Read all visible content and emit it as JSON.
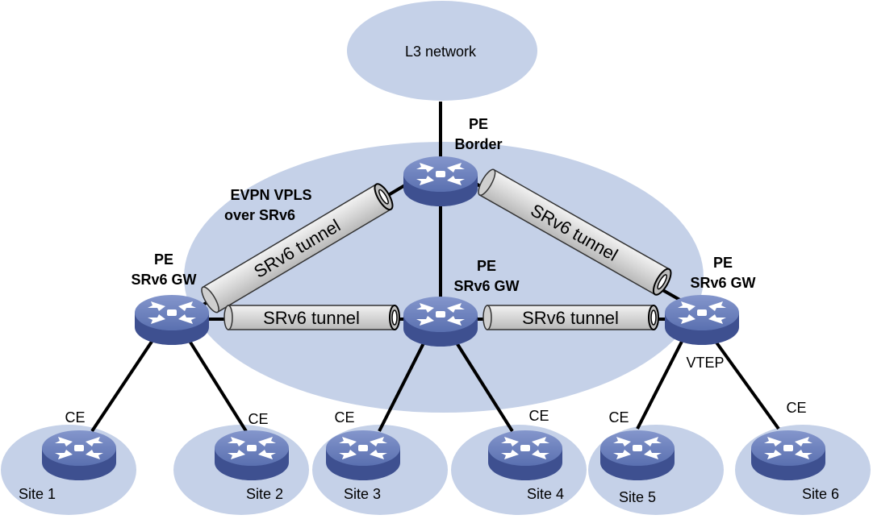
{
  "cloud_label": "L3 network",
  "border_pe": {
    "line1": "PE",
    "line2": "Border"
  },
  "evpn_label": {
    "line1": "EVPN VPLS",
    "line2": "over SRv6"
  },
  "gw_left": {
    "line1": "PE",
    "line2": "SRv6 GW"
  },
  "gw_mid": {
    "line1": "PE",
    "line2": "SRv6 GW"
  },
  "gw_right": {
    "line1": "PE",
    "line2": "SRv6 GW"
  },
  "vtep_label": "VTEP",
  "tunnels": {
    "left_diag": "SRv6 tunnel",
    "right_diag": "SRv6 tunnel",
    "left_horiz": "SRv6 tunnel",
    "right_horiz": "SRv6 tunnel"
  },
  "sites": [
    {
      "ce": "CE",
      "site": "Site 1"
    },
    {
      "ce": "CE",
      "site": "Site 2"
    },
    {
      "ce": "CE",
      "site": "Site 3"
    },
    {
      "ce": "CE",
      "site": "Site 4"
    },
    {
      "ce": "CE",
      "site": "Site 5"
    },
    {
      "ce": "CE",
      "site": "Site 6"
    }
  ],
  "colors": {
    "ellipse": "#c5d1e8",
    "router_top": "#6f84bd",
    "router_side": "#3d4f8c",
    "tunnel": "#d9d9d9",
    "line": "#000000"
  }
}
